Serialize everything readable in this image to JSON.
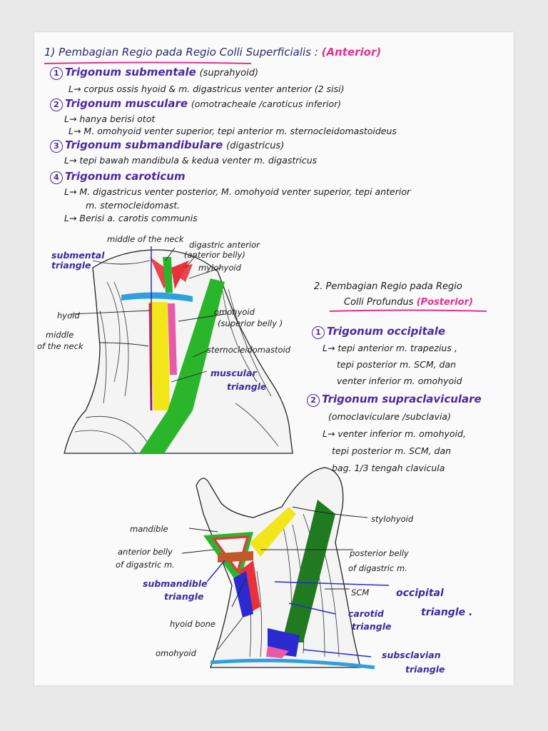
{
  "section1": {
    "title": "1) Pembagian Regio pada Regio Colli Superficialis :",
    "title_tag": "(Anterior)",
    "items": [
      {
        "num": "1",
        "name": "Trigonum submentale",
        "suffix": "(suprahyoid)",
        "lines": [
          "L→ corpus ossis hyoid & m. digastricus venter anterior (2 sisi)"
        ]
      },
      {
        "num": "2",
        "name": "Trigonum musculare",
        "suffix": "(omotracheale /caroticus inferior)",
        "lines": [
          "L→ hanya berisi otot",
          "L→ M. omohyoid venter superior, tepi anterior m. sternocleidomastoideus"
        ]
      },
      {
        "num": "3",
        "name": "Trigonum submandibulare",
        "suffix": "(digastricus)",
        "lines": [
          "L→ tepi bawah mandibula & kedua venter m. digastricus"
        ]
      },
      {
        "num": "4",
        "name": "Trigonum caroticum",
        "suffix": "",
        "lines": [
          "L→ M. digastricus venter posterior, M. omohyoid venter superior, tepi anterior",
          "m. sternocleidomast.",
          "L→ Berisi a. carotis communis"
        ]
      }
    ]
  },
  "section2": {
    "title_line1": "2. Pembagian Regio pada Regio",
    "title_line2": "Colli Profundus",
    "title_tag": "(Posterior)",
    "items": [
      {
        "num": "1",
        "name": "Trigonum occipitale",
        "lines": [
          "L→ tepi anterior m. trapezius ,",
          "tepi posterior m. SCM, dan",
          "venter inferior m. omohyoid"
        ]
      },
      {
        "num": "2",
        "name": "Trigonum supraclaviculare",
        "lines": [
          "(omoclaviculare /subclavia)",
          "L→ venter inferior m. omohyoid,",
          "tepi posterior m. SCM, dan",
          "bag. 1/3 tengah clavicula"
        ]
      }
    ]
  },
  "figure1": {
    "labels": {
      "middle_top": "middle of the neck",
      "digastric": "digastric anterior",
      "digastric_sub": "(anterior belly)",
      "mylohyoid": "mylohyoid",
      "hyoid": "hyoid",
      "middle_left": "middle",
      "middle_left2": "of the neck",
      "omohyoid": "omohyoid",
      "omohyoid_sub": "(superior belly )",
      "scm": "sternocleidomastoid",
      "submental": "submental",
      "submental2": "triangle",
      "muscular": "muscular",
      "muscular2": "triangle"
    }
  },
  "figure2": {
    "labels": {
      "mandible": "mandible",
      "anterior_belly": "anterior belly",
      "anterior_belly2": "of digastric m.",
      "stylohyoid": "stylohyoid",
      "posterior_belly": "posterior belly",
      "posterior_belly2": "of digastric m.",
      "scm": "SCM",
      "hyoid_bone": "hyoid bone",
      "omohyoid": "omohyoid",
      "submandible": "submandible",
      "submandible2": "triangle",
      "occipital": "occipital",
      "occipital2": "triangle .",
      "carotid": "carotid",
      "carotid2": "triangle",
      "subclavian": "subsclavian",
      "subclavian2": "triangle"
    }
  },
  "colors": {
    "green": "#2bb52b",
    "yellow": "#f2e51a",
    "red": "#e8323a",
    "pink": "#e85aa8",
    "blue": "#2f9fe0",
    "navy": "#2a2ad0",
    "purple": "#4b2a9c",
    "brown": "#c0582a",
    "dark_green": "#1f7a20"
  }
}
